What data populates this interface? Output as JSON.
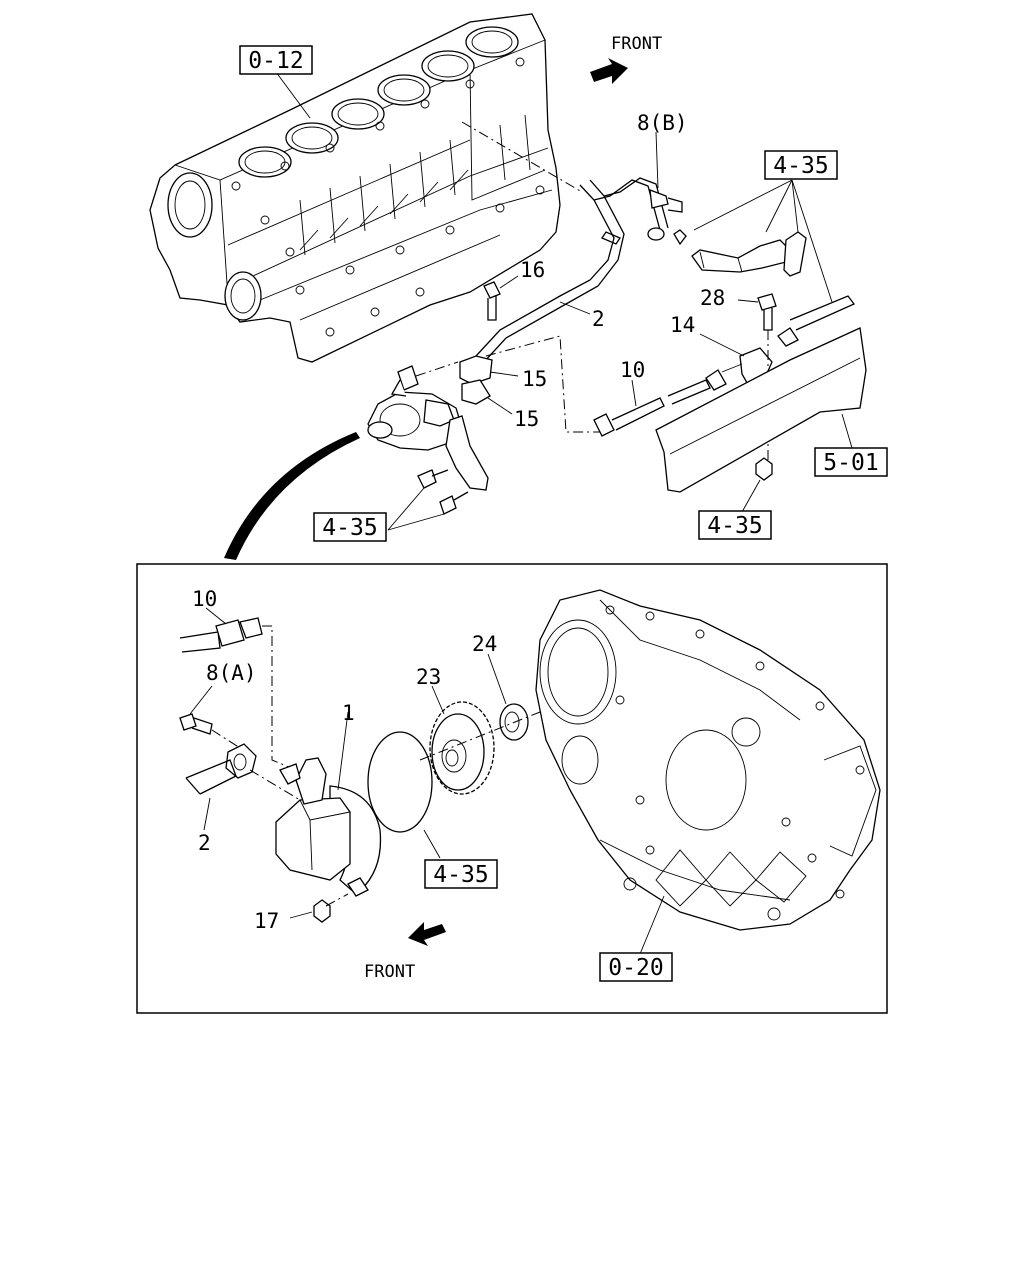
{
  "direction_labels": {
    "top": "FRONT",
    "bottom": "FRONT"
  },
  "reference_boxes": {
    "cylinder_block": "0-12",
    "hose_group": "4-35",
    "bracket_bolts": "4-35",
    "frame_rail": "5-01",
    "frame_nut": "4-35",
    "o_ring": "4-35",
    "flywheel_housing": "0-20"
  },
  "callouts": {
    "bolt_8b": "8(B)",
    "bolt_16": "16",
    "pipe_2_top": "2",
    "bolt_28": "28",
    "connector_14": "14",
    "clip_15_upper": "15",
    "clip_15_lower": "15",
    "hose_10_top": "10",
    "hose_10_detail": "10",
    "bolt_8a": "8(A)",
    "pipe_2_detail": "2",
    "vacuum_pump_1": "1",
    "gear_23": "23",
    "bearing_24": "24",
    "nut_17": "17"
  }
}
